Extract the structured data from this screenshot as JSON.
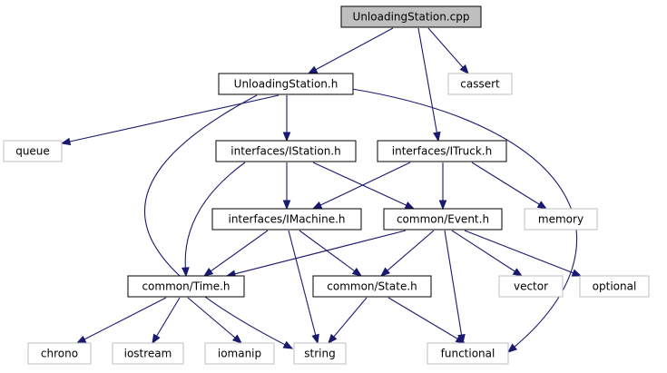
{
  "colors": {
    "edge": "#191970",
    "root_fill": "#bfbfbf",
    "node_border": "#000000",
    "system_border": "#bfbfbf",
    "node_fill": "#ffffff"
  },
  "nodes": [
    {
      "id": "unloading_cpp",
      "label": "UnloadingStation.cpp",
      "kind": "root"
    },
    {
      "id": "unloading_h",
      "label": "UnloadingStation.h",
      "kind": "file"
    },
    {
      "id": "cassert",
      "label": "cassert",
      "kind": "system"
    },
    {
      "id": "queue",
      "label": "queue",
      "kind": "system"
    },
    {
      "id": "istation_h",
      "label": "interfaces/IStation.h",
      "kind": "file"
    },
    {
      "id": "itruck_h",
      "label": "interfaces/ITruck.h",
      "kind": "file"
    },
    {
      "id": "imachine_h",
      "label": "interfaces/IMachine.h",
      "kind": "file"
    },
    {
      "id": "event_h",
      "label": "common/Event.h",
      "kind": "file"
    },
    {
      "id": "memory",
      "label": "memory",
      "kind": "system"
    },
    {
      "id": "time_h",
      "label": "common/Time.h",
      "kind": "file"
    },
    {
      "id": "state_h",
      "label": "common/State.h",
      "kind": "file"
    },
    {
      "id": "vector",
      "label": "vector",
      "kind": "system"
    },
    {
      "id": "optional",
      "label": "optional",
      "kind": "system"
    },
    {
      "id": "chrono",
      "label": "chrono",
      "kind": "system"
    },
    {
      "id": "iostream",
      "label": "iostream",
      "kind": "system"
    },
    {
      "id": "iomanip",
      "label": "iomanip",
      "kind": "system"
    },
    {
      "id": "string",
      "label": "string",
      "kind": "system"
    },
    {
      "id": "functional",
      "label": "functional",
      "kind": "system"
    }
  ],
  "edges": [
    {
      "from": "unloading_cpp",
      "to": "unloading_h"
    },
    {
      "from": "unloading_cpp",
      "to": "cassert"
    },
    {
      "from": "unloading_cpp",
      "to": "itruck_h"
    },
    {
      "from": "unloading_h",
      "to": "queue"
    },
    {
      "from": "unloading_h",
      "to": "istation_h"
    },
    {
      "from": "unloading_h",
      "to": "string"
    },
    {
      "from": "unloading_h",
      "to": "functional"
    },
    {
      "from": "istation_h",
      "to": "imachine_h"
    },
    {
      "from": "istation_h",
      "to": "event_h"
    },
    {
      "from": "istation_h",
      "to": "time_h"
    },
    {
      "from": "itruck_h",
      "to": "imachine_h"
    },
    {
      "from": "itruck_h",
      "to": "event_h"
    },
    {
      "from": "itruck_h",
      "to": "memory"
    },
    {
      "from": "imachine_h",
      "to": "time_h"
    },
    {
      "from": "imachine_h",
      "to": "state_h"
    },
    {
      "from": "imachine_h",
      "to": "string"
    },
    {
      "from": "event_h",
      "to": "time_h"
    },
    {
      "from": "event_h",
      "to": "state_h"
    },
    {
      "from": "event_h",
      "to": "vector"
    },
    {
      "from": "event_h",
      "to": "optional"
    },
    {
      "from": "event_h",
      "to": "functional"
    },
    {
      "from": "time_h",
      "to": "chrono"
    },
    {
      "from": "time_h",
      "to": "iostream"
    },
    {
      "from": "time_h",
      "to": "iomanip"
    },
    {
      "from": "state_h",
      "to": "string"
    },
    {
      "from": "state_h",
      "to": "functional"
    }
  ]
}
